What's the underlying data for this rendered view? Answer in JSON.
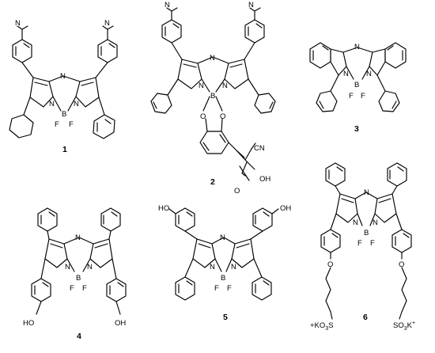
{
  "compounds": [
    {
      "number": "1",
      "atoms": [
        "N",
        "N",
        "N",
        "N",
        "N",
        "B",
        "F",
        "F"
      ]
    },
    {
      "number": "2",
      "atoms": [
        "N",
        "N",
        "N",
        "N",
        "N",
        "B",
        "O",
        "O",
        "CN",
        "OH",
        "O"
      ]
    },
    {
      "number": "3",
      "atoms": [
        "N",
        "N",
        "N",
        "B",
        "F",
        "F"
      ]
    },
    {
      "number": "4",
      "atoms": [
        "N",
        "N",
        "N",
        "B",
        "F",
        "F",
        "HO",
        "OH"
      ]
    },
    {
      "number": "5",
      "atoms": [
        "N",
        "N",
        "N",
        "B",
        "F",
        "F",
        "HO",
        "OH"
      ]
    },
    {
      "number": "6",
      "atoms": [
        "N",
        "N",
        "N",
        "B",
        "F",
        "F",
        "O",
        "O"
      ],
      "sulfonates": {
        "left_K": "+KO",
        "left_3": "3",
        "left_S": "S",
        "right_SO": "SO",
        "right_3": "3",
        "right_K": "K",
        "right_plus": "+"
      }
    }
  ]
}
